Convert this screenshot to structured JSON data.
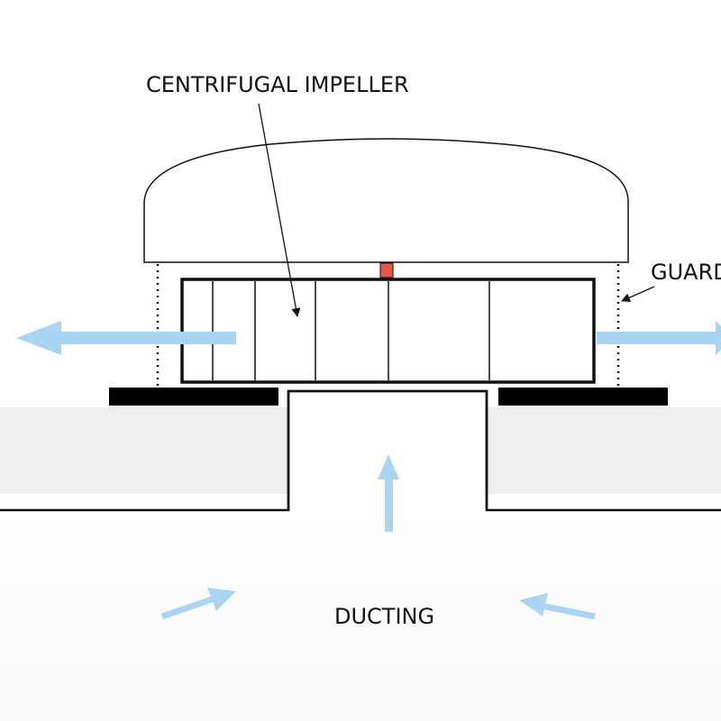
{
  "labels": {
    "impeller": "CENTRIFUGAL IMPELLER",
    "guard": "GUARD",
    "ducting": "DUCTING"
  },
  "colors": {
    "airflow": "#A9D5F2",
    "sensor": "#E8564A",
    "roof_surface": "#EEEEEE",
    "outline": "#111111",
    "base_plate": "#000000"
  }
}
